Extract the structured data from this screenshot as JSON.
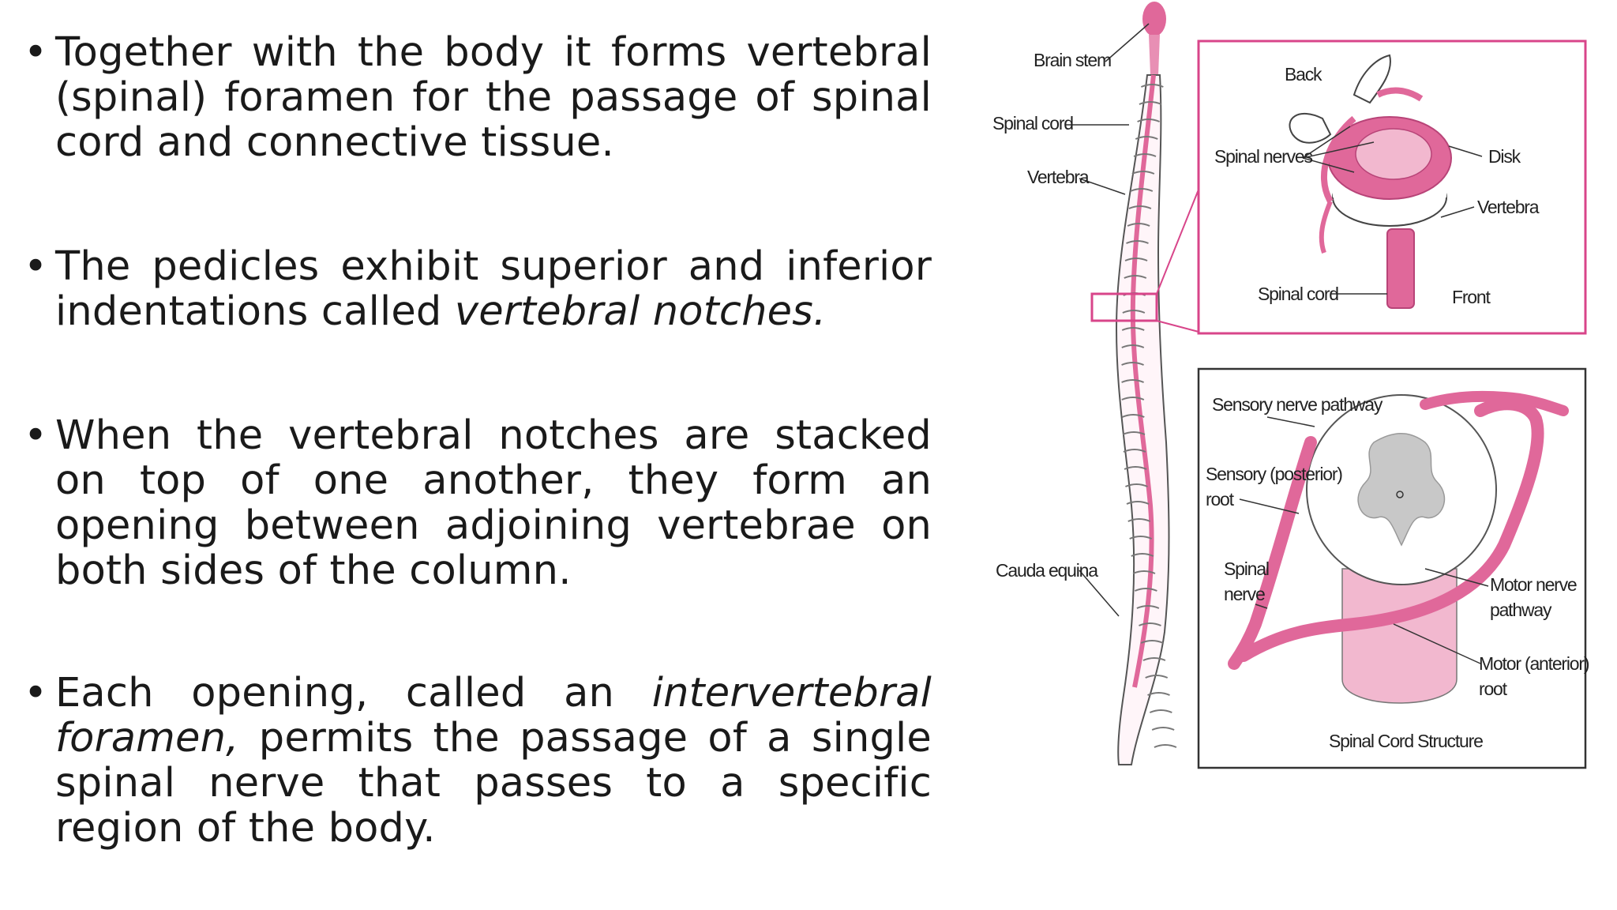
{
  "bullets": [
    {
      "segments": [
        {
          "text": "Together with the body it forms vertebral (spinal) foramen for the passage of spinal cord and connective tissue.",
          "italic": false
        }
      ]
    },
    {
      "segments": [
        {
          "text": "The pedicles exhibit superior and inferior indentations called ",
          "italic": false
        },
        {
          "text": "vertebral notches.",
          "italic": true
        }
      ]
    },
    {
      "segments": [
        {
          "text": "When the vertebral notches are stacked on top of one another, they form an opening between adjoining vertebrae on both sides of the column.",
          "italic": false
        }
      ]
    },
    {
      "segments": [
        {
          "text": "Each opening, called an ",
          "italic": false
        },
        {
          "text": "intervertebral foramen,",
          "italic": true
        },
        {
          "text": " permits the passage of a single spinal nerve that passes to a specific region of the body.",
          "italic": false
        }
      ]
    }
  ],
  "bullet_symbol": "•",
  "figure": {
    "spine_labels": {
      "brain_stem": "Brain stem",
      "spinal_cord": "Spinal cord",
      "vertebra": "Vertebra",
      "cauda_equina": "Cauda equina"
    },
    "top_inset_labels": {
      "back": "Back",
      "spinal_nerves": "Spinal nerves",
      "disk": "Disk",
      "vertebra": "Vertebra",
      "spinal_cord": "Spinal cord",
      "front": "Front"
    },
    "bottom_inset_labels": {
      "sensory_pathway": "Sensory nerve pathway",
      "sensory_root_1": "Sensory (posterior)",
      "sensory_root_2": "root",
      "spinal_nerve_1": "Spinal",
      "spinal_nerve_2": "nerve",
      "motor_pathway_1": "Motor nerve",
      "motor_pathway_2": "pathway",
      "motor_root_1": "Motor (anterior)",
      "motor_root_2": "root",
      "caption": "Spinal Cord Structure"
    },
    "colors": {
      "pink": "#e0689a",
      "pink_light": "#f2b8cf",
      "pink_frame": "#d8458a",
      "gray_matter": "#c8c8c8"
    }
  }
}
